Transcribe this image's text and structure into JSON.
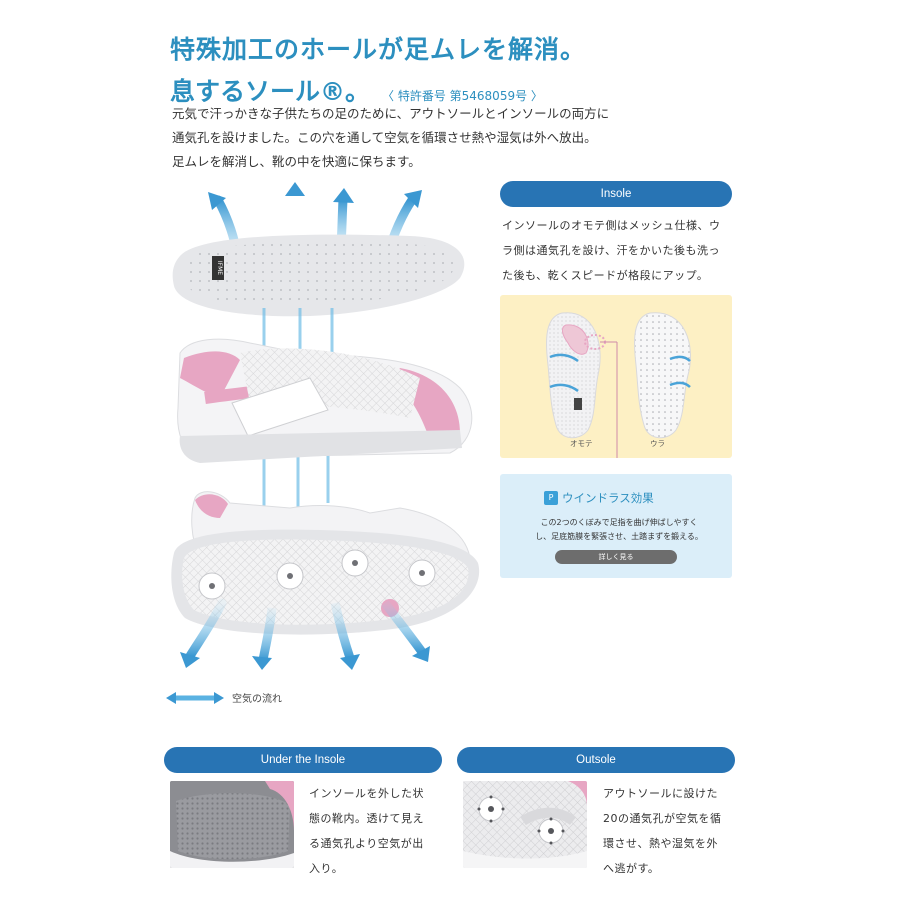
{
  "headline": {
    "line1": "特殊加工のホールが足ムレを解消。",
    "line2": "息するソール®。",
    "patent": "〈 特許番号 第5468059号 〉"
  },
  "intro": {
    "lines": [
      "元気で汗っかきな子供たちの足のために、アウトソールとインソールの両方に",
      "通気孔を設けました。この穴を通して空気を循環させ熱や湿気は外へ放出。",
      "足ムレを解消し、靴の中を快適に保ちます。"
    ]
  },
  "hero": {
    "insole_logo": "IFME"
  },
  "legend": {
    "label": "空気の流れ"
  },
  "insole": {
    "title": "Insole",
    "lines": [
      "インソールのオモテ側はメッシュ仕様、ウ",
      "ラ側は通気孔を設け、汗をかいた後も洗っ",
      "た後も、乾くスピードが格段にアップ。"
    ],
    "caption_front": "オモテ",
    "caption_back": "ウラ"
  },
  "windlass": {
    "icon_text": "P",
    "title": "ウインドラス効果",
    "lines": [
      "この2つのくぼみで足指を曲げ伸ばしやすく",
      "し、足底筋膜を緊張させ、土踏まずを鍛える。"
    ],
    "button": "詳しく見る"
  },
  "under_insole": {
    "title": "Under the Insole",
    "lines": [
      "インソールを外した状",
      "態の靴内。透けて見え",
      "る通気孔より空気が出",
      "入り。"
    ]
  },
  "outsole": {
    "title": "Outsole",
    "lines": [
      "アウトソールに設けた",
      "20の通気孔が空気を循",
      "環させ、熱や湿気を外",
      "へ逃がす。"
    ]
  },
  "colors": {
    "accent_blue": "#2c8fbf",
    "pill_blue": "#2874b4",
    "arrow_blue": "#4aa3d8",
    "pink": "#e7a6c3",
    "yellow_bg": "#fdf0c4",
    "light_blue_bg": "#dbeef9"
  }
}
